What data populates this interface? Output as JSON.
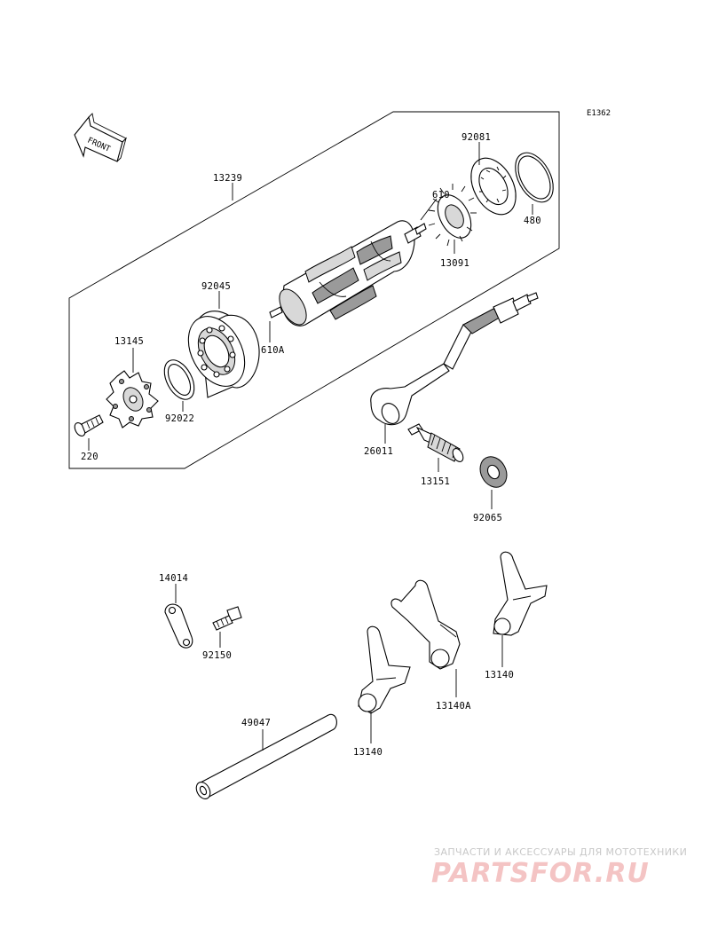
{
  "diagram_code": "E1362",
  "front_arrow_text": "FRONT",
  "part_labels": {
    "p13239": "13239",
    "p92081": "92081",
    "p610": "610",
    "p480": "480",
    "p13091": "13091",
    "p92045": "92045",
    "p610a": "610A",
    "p13145": "13145",
    "p92022": "92022",
    "p220": "220",
    "p26011": "26011",
    "p13151": "13151",
    "p92065": "92065",
    "p14014": "14014",
    "p92150": "92150",
    "p13140_right": "13140",
    "p13140a": "13140A",
    "p13140_left": "13140",
    "p49047": "49047"
  },
  "watermark": {
    "tagline": "ЗАПЧАСТИ И АКСЕССУАРЫ ДЛЯ МОТОТЕХНИКИ",
    "brand": "PARTSFOR.RU"
  }
}
